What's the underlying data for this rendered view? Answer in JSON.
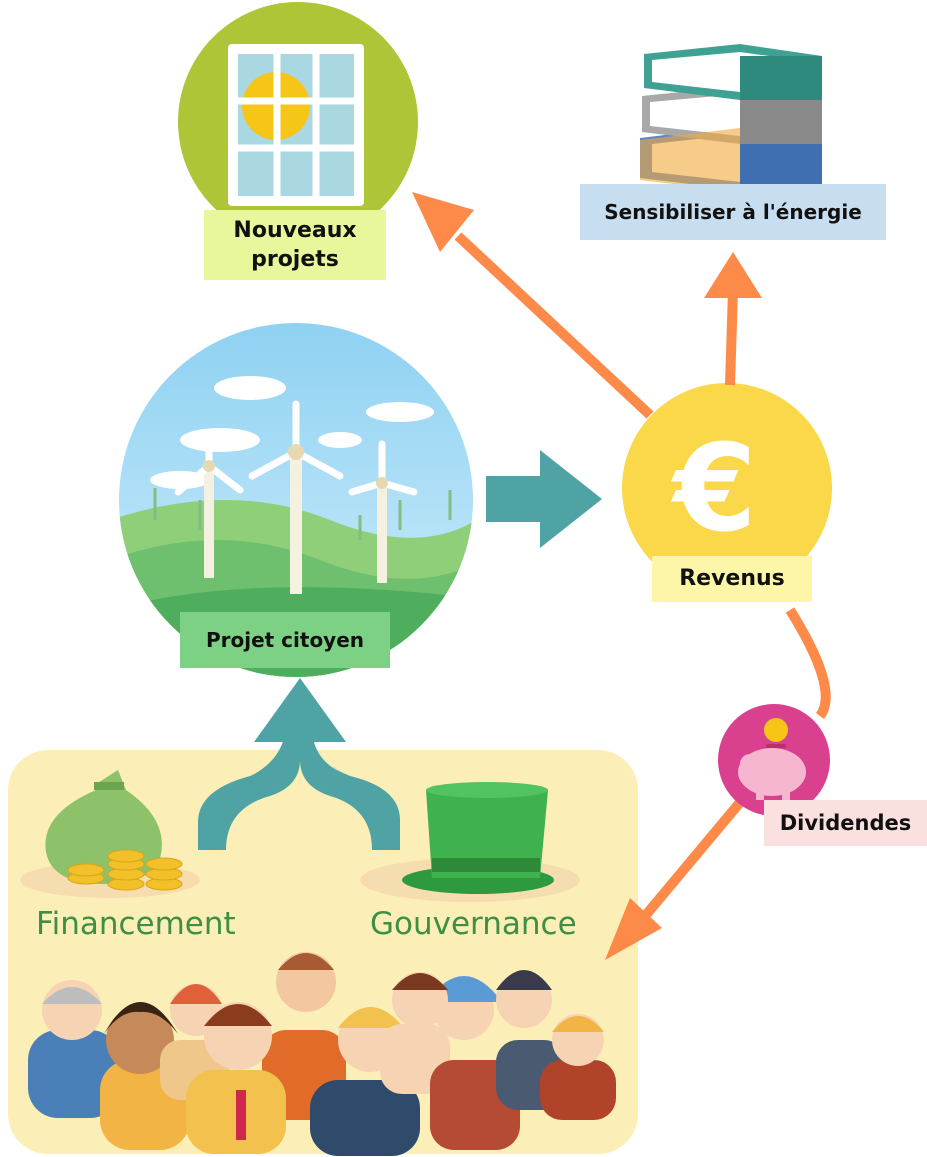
{
  "labels": {
    "nouveaux_projets": "Nouveaux projets",
    "sensibiliser": "Sensibiliser à l'énergie",
    "projet_citoyen": "Projet citoyen",
    "revenus": "Revenus",
    "dividendes": "Dividendes",
    "financement": "Financement",
    "gouvernance": "Gouvernance"
  },
  "icons": {
    "currency": "€",
    "solar_panel": "solar-panel-icon",
    "books": "books-icon",
    "wind_farm": "wind-turbines-icon",
    "piggy_bank": "piggy-bank-icon",
    "money_bag": "money-bag-icon",
    "top_hat": "top-hat-icon",
    "crowd": "citizens-crowd-icon"
  },
  "colors": {
    "arrow_orange": "#fd8a48",
    "arrow_teal": "#4fa3a5",
    "green_circle": "#adc537",
    "yellow_circle": "#fbd74a",
    "pink_circle": "#d9418e",
    "group_panel": "#fbefb7",
    "text_green": "#3e8f45"
  }
}
